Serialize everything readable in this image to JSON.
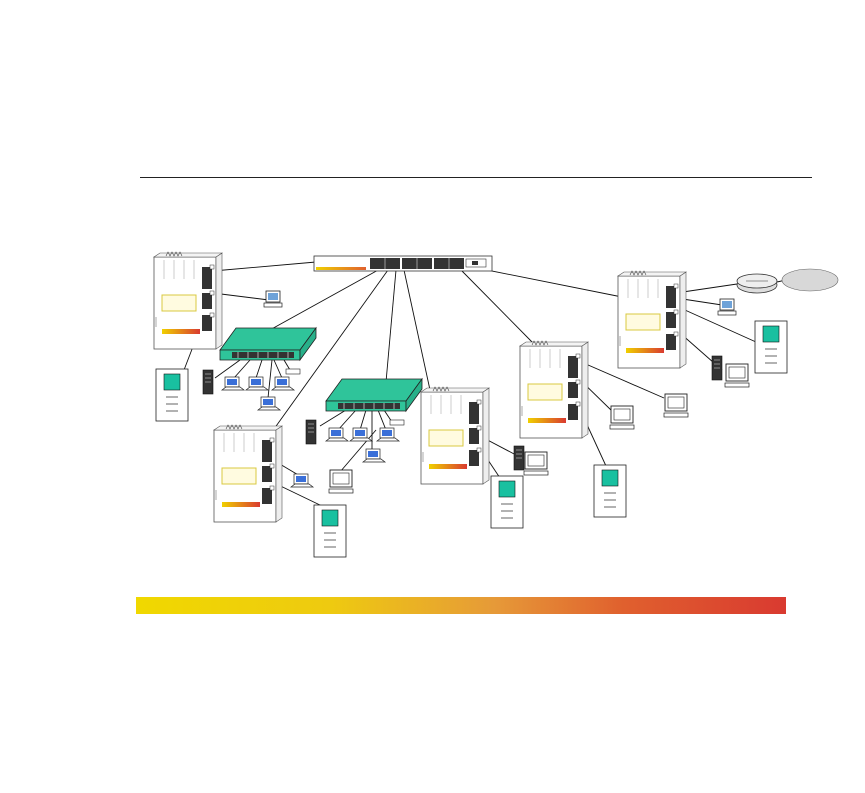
{
  "diagram": {
    "backbone_switch": {
      "icon": "rackmount-switch-icon"
    },
    "chassis_switches": [
      {
        "id": "chassis-1",
        "icon": "modular-chassis-switch-icon"
      },
      {
        "id": "chassis-2",
        "icon": "modular-chassis-switch-icon"
      },
      {
        "id": "chassis-3",
        "icon": "modular-chassis-switch-icon"
      },
      {
        "id": "chassis-4",
        "icon": "modular-chassis-switch-icon"
      },
      {
        "id": "chassis-5",
        "icon": "modular-chassis-switch-icon"
      }
    ],
    "workgroup_hubs": [
      {
        "id": "hub-1",
        "icon": "workgroup-hub-icon",
        "color": "#2fc49a"
      },
      {
        "id": "hub-2",
        "icon": "workgroup-hub-icon",
        "color": "#2fc49a"
      }
    ],
    "router": {
      "icon": "router-icon"
    },
    "wan_cloud": {
      "icon": "wan-cloud-icon"
    },
    "colors": {
      "accent": "#19c0a0",
      "line": "#111111",
      "bar_start": "#f0d800",
      "bar_end": "#d93a30"
    }
  }
}
